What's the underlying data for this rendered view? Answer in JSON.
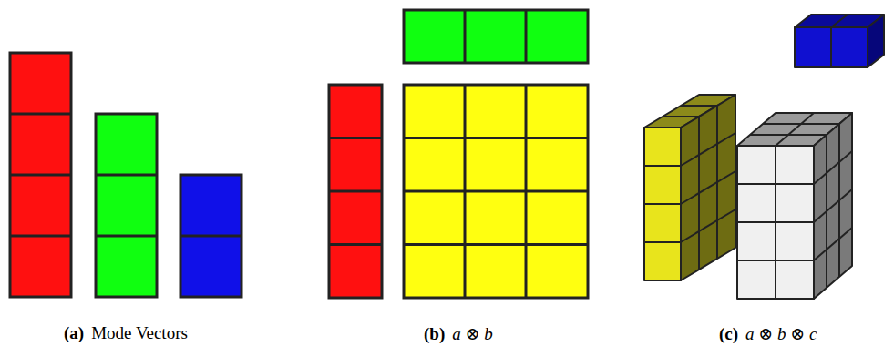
{
  "diagram": {
    "labels": [
      "(a)",
      "Mode Vectors",
      "(b)",
      "a ⊗ b",
      "(c)",
      "a ⊗ b ⊗ c"
    ]
  }
}
